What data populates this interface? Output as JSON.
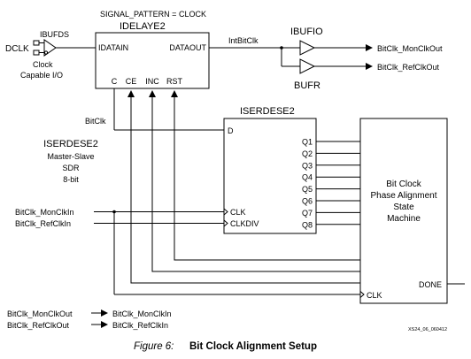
{
  "top_note": "SIGNAL_PATTERN = CLOCK",
  "ibufds": {
    "title": "IBUFDS",
    "input": "DCLK",
    "note_line1": "Clock",
    "note_line2": "Capable I/O"
  },
  "idelaye2": {
    "title": "IDELAYE2",
    "ports": {
      "idatain": "IDATAIN",
      "dataout": "DATAOUT",
      "c": "C",
      "ce": "CE",
      "inc": "INC",
      "rst": "RST"
    }
  },
  "ibufio": {
    "title": "IBUFIO"
  },
  "bufr": {
    "title": "BUFR"
  },
  "nets": {
    "intbitclk": "IntBitClk",
    "bitclk": "BitClk",
    "mon_out": "BitClk_MonClkOut",
    "ref_out": "BitClk_RefClkOut",
    "mon_in": "BitClk_MonClkIn",
    "ref_in": "BitClk_RefClkIn"
  },
  "iserdes": {
    "title": "ISERDESE2",
    "ports_in": {
      "d": "D",
      "clk": "CLK",
      "clkdiv": "CLKDIV"
    },
    "outputs": [
      "Q1",
      "Q2",
      "Q3",
      "Q4",
      "Q5",
      "Q6",
      "Q7",
      "Q8"
    ]
  },
  "iserdes_note": {
    "line1": "ISERDESE2",
    "line2": "Master-Slave",
    "line3": "SDR",
    "line4": "8-bit"
  },
  "state_machine": {
    "line1": "Bit Clock",
    "line2": "Phase Alignment",
    "line3": "State",
    "line4": "Machine",
    "done": "DONE",
    "clk": "CLK"
  },
  "legend": [
    {
      "from": "BitClk_MonClkOut",
      "to": "BitClk_MonClkIn"
    },
    {
      "from": "BitClk_RefClkOut",
      "to": "BitClk_RefClkIn"
    }
  ],
  "figure_code": "XS24_06_060412",
  "caption": {
    "figure": "Figure 6:",
    "title": "Bit Clock Alignment Setup"
  }
}
